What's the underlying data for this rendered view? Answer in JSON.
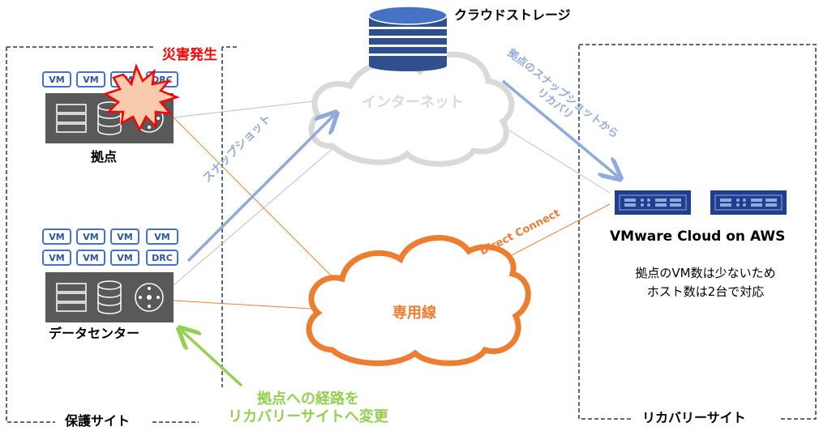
{
  "protected_site": {
    "title": "保護サイト",
    "branch": {
      "label": "拠点",
      "vms": [
        "VM",
        "VM",
        "VM",
        "DRC"
      ]
    },
    "datacenter": {
      "label": "データセンター",
      "vms": [
        "VM",
        "VM",
        "VM",
        "VM",
        "VM",
        "VM",
        "VM",
        "DRC"
      ]
    }
  },
  "disaster_label": "災害発生",
  "cloud_storage": {
    "label": "クラウドストレージ"
  },
  "internet": {
    "label": "インターネット"
  },
  "dedicated_line": {
    "label": "専用線"
  },
  "arrows": {
    "snapshot": "スナップショット",
    "recover_line1": "拠点のスナップショットから",
    "recover_line2": "リカバリ",
    "direct_connect": "Direct Connect",
    "reroute_line1": "拠点への経路を",
    "reroute_line2": "リカバリーサイトへ変更"
  },
  "recovery_site": {
    "title": "リカバリーサイト",
    "vmc": "VMware Cloud on AWS",
    "note_line1": "拠点のVM数は少ないため",
    "note_line2": "ホスト数は2台で対応"
  },
  "colors": {
    "vm_border": "#4472c4",
    "server": "#595959",
    "cloud_gray": "#d9d9d9",
    "orange": "#ed7d31",
    "snapshot_arrow": "#8faadc",
    "green": "#92d050",
    "disaster_red": "#ff0000",
    "host_blue": "#203f8f"
  }
}
